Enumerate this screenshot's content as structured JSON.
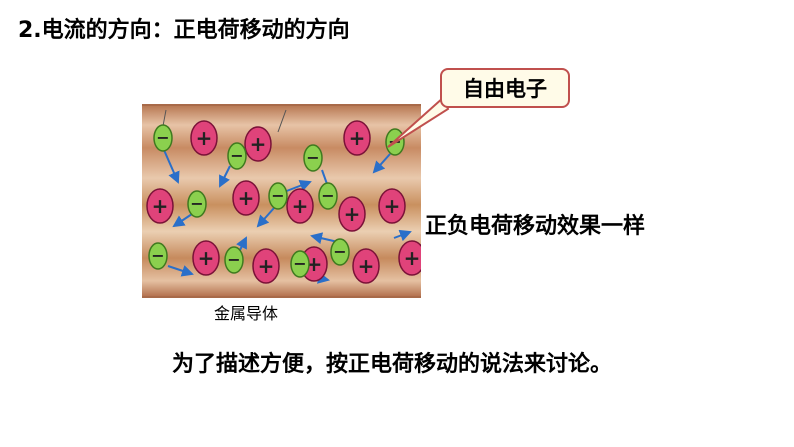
{
  "slide": {
    "title": "2.电流的方向：正电荷移动的方向",
    "conductor_label": "金属导体",
    "callout_label": "自由电子",
    "side_note": "正负电荷移动效果一样",
    "conclusion": "为了描述方便，按正电荷移动的说法来讨论。"
  },
  "illustration": {
    "positive_ions": 13,
    "free_electrons": 11,
    "positive_sign": "+",
    "negative_sign": "−",
    "colors": {
      "positive_ion": "#e0437a",
      "free_electron": "#8bd04e",
      "arrow": "#2a6fc9",
      "callout_border": "#c0504d"
    }
  }
}
